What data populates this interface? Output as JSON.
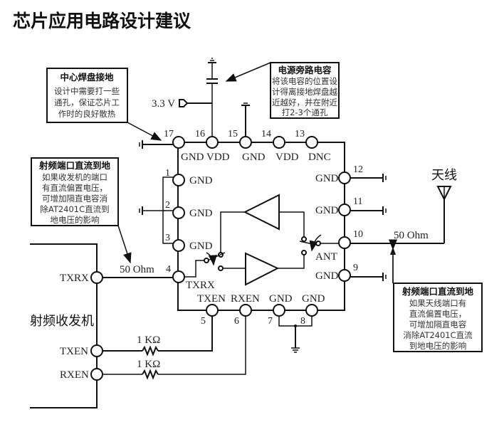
{
  "title": "芯片应用电路设计建议",
  "chip": {
    "pins": [
      {
        "num": "1",
        "name": "GND"
      },
      {
        "num": "2",
        "name": "GND"
      },
      {
        "num": "3",
        "name": "GND"
      },
      {
        "num": "4",
        "name": "TXRX"
      },
      {
        "num": "5",
        "name": "TXEN"
      },
      {
        "num": "6",
        "name": "RXEN"
      },
      {
        "num": "7",
        "name": "GND"
      },
      {
        "num": "8",
        "name": "GND"
      },
      {
        "num": "9",
        "name": "GND"
      },
      {
        "num": "10",
        "name": "ANT"
      },
      {
        "num": "11",
        "name": "GND"
      },
      {
        "num": "12",
        "name": "GND"
      },
      {
        "num": "13",
        "name": "DNC"
      },
      {
        "num": "14",
        "name": "VDD"
      },
      {
        "num": "15",
        "name": "GND"
      },
      {
        "num": "16",
        "name": "VDD"
      },
      {
        "num": "17",
        "name": "GND"
      }
    ]
  },
  "supply": {
    "label": "3.3 V"
  },
  "antenna": {
    "label": "天线"
  },
  "transceiver": {
    "label": "射频收发机",
    "pins": {
      "txrx": "TXRX",
      "txen": "TXEN",
      "rxen": "RXEN"
    }
  },
  "traces": {
    "left_impedance": "50 Ohm",
    "right_impedance": "50 Ohm"
  },
  "resistors": [
    {
      "value": "1 KΩ"
    },
    {
      "value": "1 KΩ"
    }
  ],
  "notes": {
    "center_pad": {
      "title": "中心焊盘接地",
      "lines": [
        "设计中需要打一些",
        "通孔，保证芯片工",
        "作时的良好散热"
      ]
    },
    "bypass_cap": {
      "title": "电源旁路电容",
      "lines": [
        "将该电容的位置设",
        "计得离接地焊盘越",
        "近越好，并在附近",
        "打2-3个通孔"
      ]
    },
    "rf_port_left": {
      "title": "射频端口直流到地",
      "lines": [
        "如果收发机的端口",
        "有直流偏置电压，",
        "可增加隔直电容消",
        "除AT2401C直流到",
        "地电压的影响"
      ]
    },
    "rf_port_right": {
      "title": "射频端口直流到地",
      "lines": [
        "如果天线端口有",
        "直流偏置电压，",
        "可增加隔直电容",
        "消除AT2401C直流",
        "到地电压的影响"
      ]
    }
  }
}
